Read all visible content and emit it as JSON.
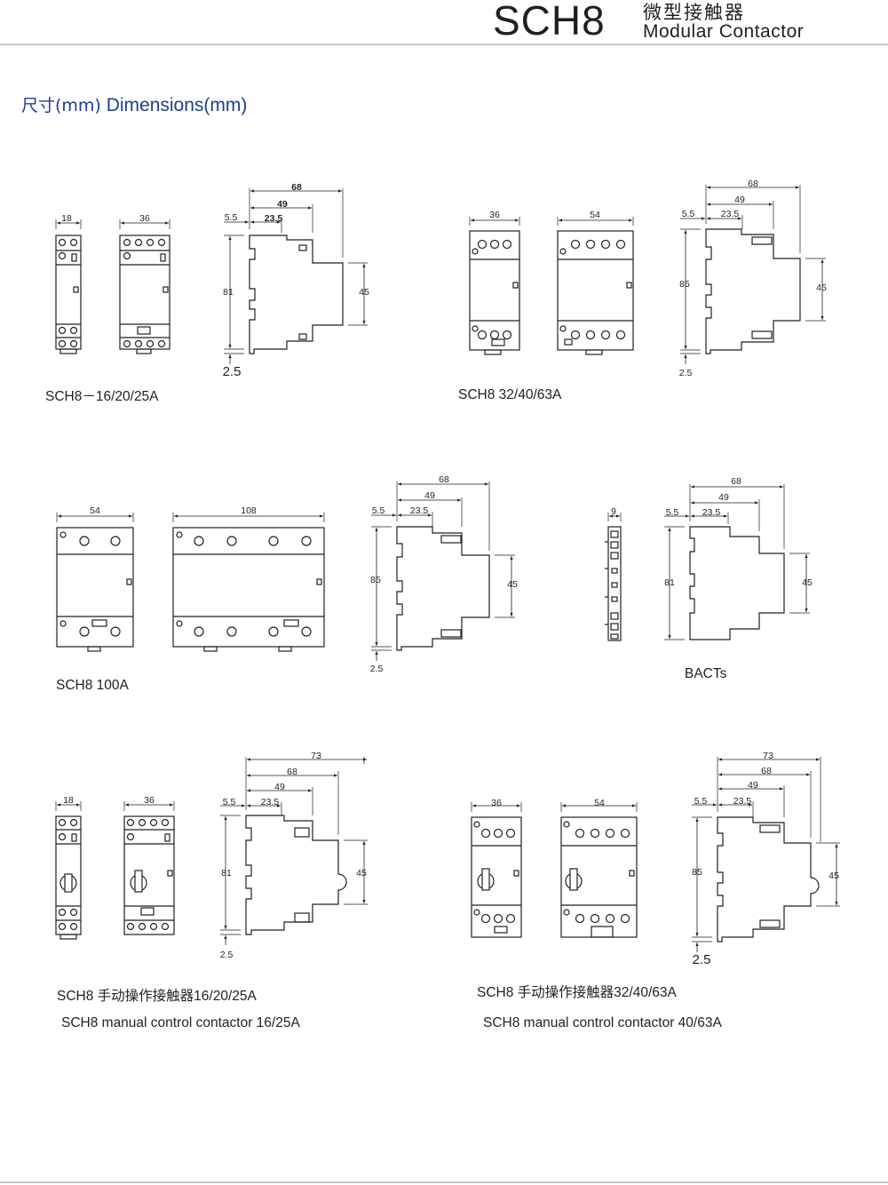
{
  "header": {
    "model": "SCH8",
    "title_cn": "微型接触器",
    "title_en": "Modular Contactor"
  },
  "section": {
    "title_cn": "尺寸(mm)",
    "title_en": "Dimensions(mm)"
  },
  "captions": {
    "c1": "SCH8－16/20/25A",
    "c2": "SCH8  32/40/63A",
    "c3": "SCH8  100A",
    "c4": "BACTs",
    "c5_prefix": "SCH8 ",
    "c5_cn": "手动操作接触器",
    "c5_suffix": "16/20/25A",
    "c6_prefix": "SCH8 ",
    "c6_cn": "手动操作接触器",
    "c6_suffix": "32/40/63A",
    "c7": "SCH8  manual control contactor 16/25A",
    "c8": "SCH8 manual control contactor 40/63A"
  },
  "dims": {
    "w18": "18",
    "w36": "36",
    "w54": "54",
    "w108": "108",
    "w9": "9",
    "d68": "68",
    "d49": "49",
    "d23_5": "23.5",
    "d5_5": "5.5",
    "d73": "73",
    "h81": "81",
    "h85": "85",
    "h45": "45",
    "r2_5": "2.5"
  }
}
